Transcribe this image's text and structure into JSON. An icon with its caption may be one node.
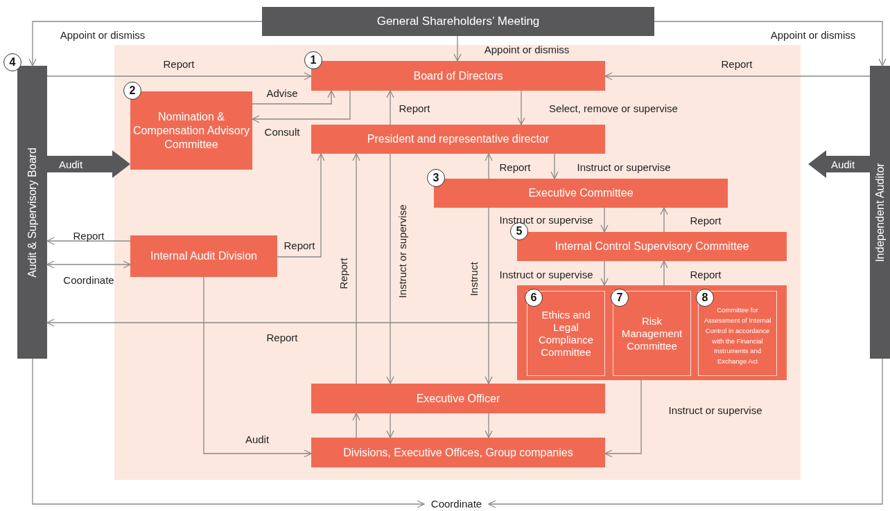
{
  "diagram": {
    "nodes": [
      {
        "text": [
          "General Shareholders’ Meeting"
        ]
      },
      {
        "text": [
          "4",
          "Audit & Supervisory Board"
        ]
      },
      {
        "text": [
          "Independent Auditor"
        ]
      },
      {
        "text": [
          "1",
          "Board of Directors"
        ]
      },
      {
        "text": [
          "2",
          "Nomination & Compensation Advisory Committee"
        ]
      },
      {
        "text": [
          "President and representative director"
        ]
      },
      {
        "text": [
          "3",
          "Executive Committee"
        ]
      },
      {
        "text": [
          "Internal Audit Division"
        ]
      },
      {
        "text": [
          "5",
          "Internal Control Supervisory Committee"
        ]
      },
      {
        "text": [],
        "shape": "box"
      },
      {
        "text": [
          "6",
          "Ethics and Legal Compliance Committee"
        ],
        "in": 9
      },
      {
        "text": [
          "7",
          "Risk Management Committee"
        ],
        "in": 9
      },
      {
        "text": [
          "8",
          "Committee for Assessment of Internal Control in accordance with the Financial Instruments and Exchange Act"
        ],
        "in": 9
      },
      {
        "text": [
          "Executive Officer"
        ]
      },
      {
        "text": [
          "Divisions, Executive Offices, Group companies"
        ]
      },
      {
        "text": [
          "Coordinate"
        ]
      }
    ],
    "edges": [
      {
        "from": 0,
        "to": 1,
        "arrow": "to",
        "label": "Appoint or dismiss"
      },
      {
        "from": 0,
        "to": 2,
        "arrow": "to",
        "label": "Appoint or dismiss"
      },
      {
        "from": 0,
        "to": 3,
        "arrow": "to",
        "label": "Appoint or dismiss"
      },
      {
        "from": 1,
        "to": 3,
        "arrow": "to",
        "label": "Report"
      },
      {
        "from": 2,
        "to": 3,
        "arrow": "to",
        "label": "Report"
      },
      {
        "from": 4,
        "to": 3,
        "arrow": "to",
        "label": "Advise"
      },
      {
        "from": 3,
        "to": 4,
        "arrow": "to",
        "label": "Consult"
      },
      {
        "from": 3,
        "to": 5,
        "arrow": "to",
        "label": "Select, remove or supervise"
      },
      {
        "from": 5,
        "to": 3,
        "arrow": "to",
        "label": "Report"
      },
      {
        "from": 7,
        "to": 5,
        "arrow": "to",
        "label": "Report"
      },
      {
        "from": 7,
        "to": 1,
        "arrow": "to",
        "label": "Report"
      },
      {
        "from": 1,
        "to": 7,
        "arrow": "both",
        "label": "Coordinate"
      },
      {
        "from": 13,
        "to": 5,
        "arrow": "to",
        "label": "Report"
      },
      {
        "from": 5,
        "to": 13,
        "arrow": "to",
        "label": "Instruct or supervise"
      },
      {
        "from": 6,
        "to": 13,
        "arrow": "to",
        "label": "Instruct"
      },
      {
        "from": 6,
        "to": 5,
        "arrow": "to",
        "label": "Report"
      },
      {
        "from": 5,
        "to": 6,
        "arrow": "to",
        "label": "Instruct or supervise"
      },
      {
        "from": 6,
        "to": 8,
        "arrow": "to",
        "label": "Instruct or supervise"
      },
      {
        "from": 8,
        "to": 6,
        "arrow": "to",
        "label": "Report"
      },
      {
        "from": 8,
        "to": 9,
        "arrow": "to",
        "label": "Instruct or supervise"
      },
      {
        "from": 9,
        "to": 8,
        "arrow": "to",
        "label": "Report"
      },
      {
        "from": 9,
        "to": 1,
        "arrow": "to",
        "label": "Report"
      },
      {
        "from": 9,
        "to": 14,
        "arrow": "to",
        "label": "Instruct or supervise"
      },
      {
        "from": 7,
        "to": 14,
        "arrow": "to",
        "label": "Audit"
      },
      {
        "from": 13,
        "to": 14,
        "arrow": "to"
      },
      {
        "from": 13,
        "to": 14,
        "arrow": "to"
      },
      {
        "from": 14,
        "to": 13,
        "arrow": "to"
      },
      {
        "from": 1,
        "to": 15,
        "arrow": "to"
      },
      {
        "from": 2,
        "to": 15,
        "arrow": "to"
      },
      {
        "from": 1,
        "to": 4,
        "arrow": "to",
        "label": "Audit",
        "style": "thick",
        "color": "#58585a"
      },
      {
        "from": 2,
        "to": null,
        "arrow": "to",
        "label": "Audit",
        "style": "thick",
        "color": "#58585a"
      }
    ]
  }
}
